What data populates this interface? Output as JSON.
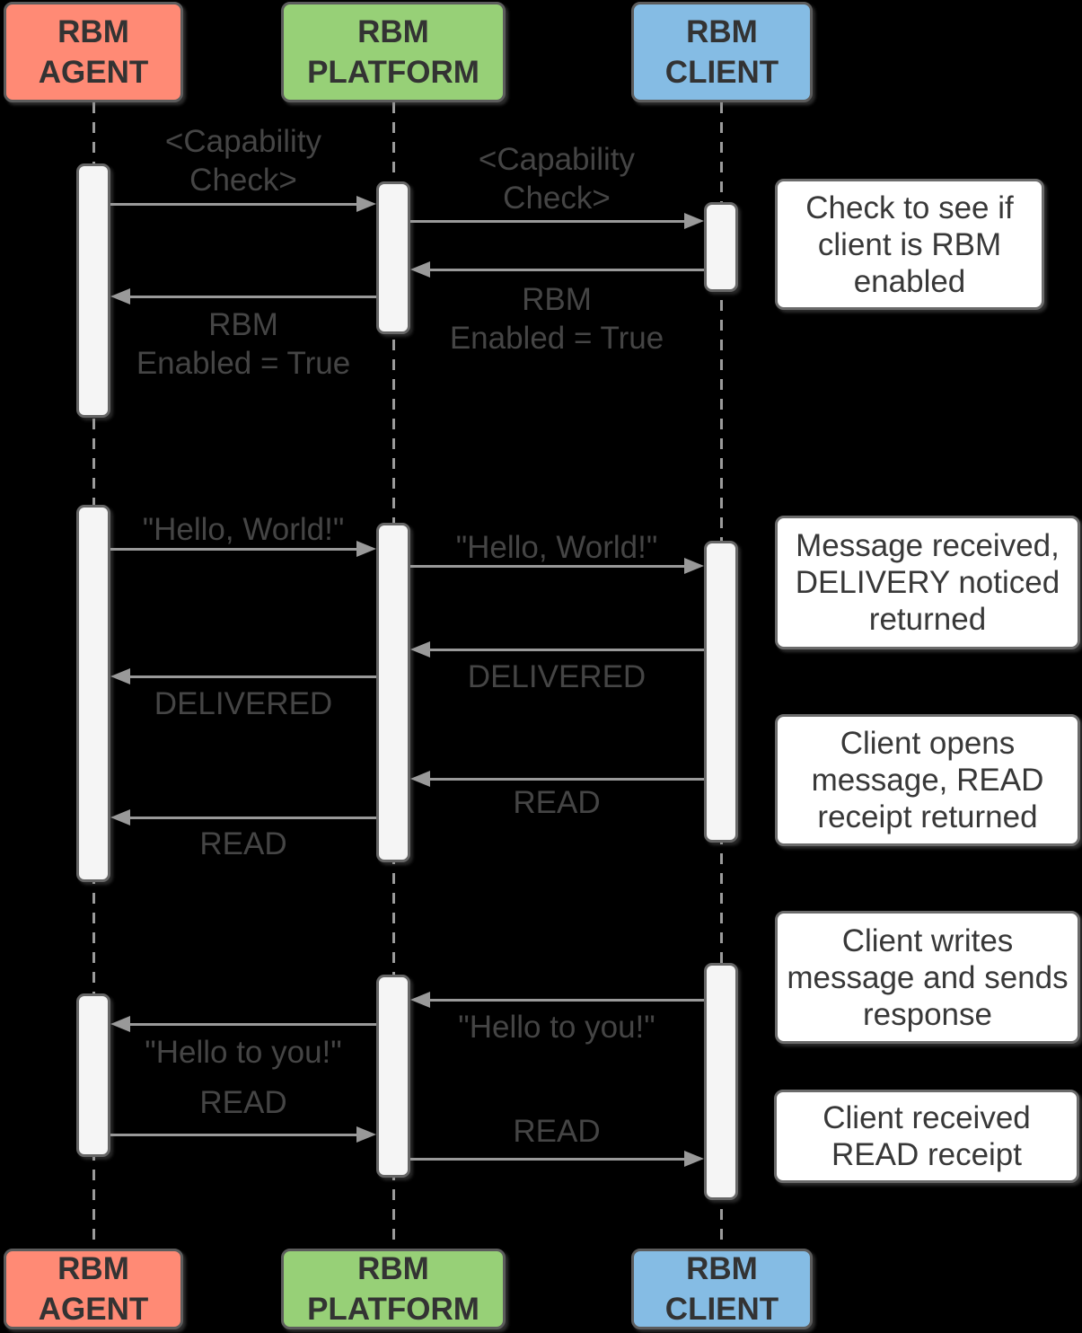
{
  "diagram": {
    "type": "sequence-diagram",
    "background_color": "#000000",
    "actors": [
      {
        "id": "rbm-agent",
        "label": "RBM AGENT",
        "label_lines": [
          "RBM",
          "AGENT"
        ],
        "fill": "#FF8A75",
        "border": "#5c5c5c",
        "text_color": "#333333"
      },
      {
        "id": "rbm-platform",
        "label": "RBM PLATFORM",
        "label_lines": [
          "RBM",
          "PLATFORM"
        ],
        "fill": "#97D077",
        "border": "#5c5c5c",
        "text_color": "#333333"
      },
      {
        "id": "rbm-client",
        "label": "RBM CLIENT",
        "label_lines": [
          "RBM",
          "CLIENT"
        ],
        "fill": "#85BCE4",
        "border": "#5c5c5c",
        "text_color": "#333333"
      }
    ],
    "messages": [
      {
        "from": "rbm-agent",
        "to": "rbm-platform",
        "text": "<Capability Check>",
        "lines": [
          "<Capability",
          "Check>"
        ]
      },
      {
        "from": "rbm-platform",
        "to": "rbm-client",
        "text": "<Capability Check>",
        "lines": [
          "<Capability",
          "Check>"
        ]
      },
      {
        "from": "rbm-client",
        "to": "rbm-platform",
        "text": "RBM Enabled = True",
        "lines": [
          "RBM",
          "Enabled = True"
        ]
      },
      {
        "from": "rbm-platform",
        "to": "rbm-agent",
        "text": "RBM Enabled = True",
        "lines": [
          "RBM",
          "Enabled = True"
        ]
      },
      {
        "from": "rbm-agent",
        "to": "rbm-platform",
        "text": "\"Hello, World!\"",
        "lines": [
          "\"Hello, World!\""
        ]
      },
      {
        "from": "rbm-platform",
        "to": "rbm-client",
        "text": "\"Hello, World!\"",
        "lines": [
          "\"Hello, World!\""
        ]
      },
      {
        "from": "rbm-client",
        "to": "rbm-platform",
        "text": "DELIVERED",
        "lines": [
          "DELIVERED"
        ]
      },
      {
        "from": "rbm-platform",
        "to": "rbm-agent",
        "text": "DELIVERED",
        "lines": [
          "DELIVERED"
        ]
      },
      {
        "from": "rbm-client",
        "to": "rbm-platform",
        "text": "READ",
        "lines": [
          "READ"
        ]
      },
      {
        "from": "rbm-platform",
        "to": "rbm-agent",
        "text": "READ",
        "lines": [
          "READ"
        ]
      },
      {
        "from": "rbm-client",
        "to": "rbm-platform",
        "text": "\"Hello to you!\"",
        "lines": [
          "\"Hello to you!\""
        ]
      },
      {
        "from": "rbm-platform",
        "to": "rbm-agent",
        "text": "\"Hello to you!\"",
        "lines": [
          "\"Hello to you!\""
        ]
      },
      {
        "from": "rbm-agent",
        "to": "rbm-platform",
        "text": "READ",
        "lines": [
          "READ"
        ]
      },
      {
        "from": "rbm-platform",
        "to": "rbm-client",
        "text": "READ",
        "lines": [
          "READ"
        ]
      }
    ],
    "notes": [
      {
        "text": "Check to see if client is RBM enabled",
        "lines": [
          "Check to see if",
          "client is RBM",
          "enabled"
        ]
      },
      {
        "text": "Message received, DELIVERY noticed returned",
        "lines": [
          "Message received,",
          "DELIVERY noticed",
          "returned"
        ]
      },
      {
        "text": "Client opens message, READ receipt returned",
        "lines": [
          "Client opens",
          "message, READ",
          "receipt returned"
        ]
      },
      {
        "text": "Client writes message and sends response",
        "lines": [
          "Client writes",
          "message and sends",
          "response"
        ]
      },
      {
        "text": "Client received READ receipt",
        "lines": [
          "Client received",
          "READ receipt"
        ]
      }
    ],
    "colors": {
      "lifeline": "#9b9b9b",
      "arrow": "#999999",
      "message_text": "#454545",
      "activation_fill": "#F5F5F5",
      "activation_border": "#666666",
      "note_fill": "#FFFFFF",
      "note_border": "#6B6B6B",
      "note_text": "#383838"
    }
  }
}
